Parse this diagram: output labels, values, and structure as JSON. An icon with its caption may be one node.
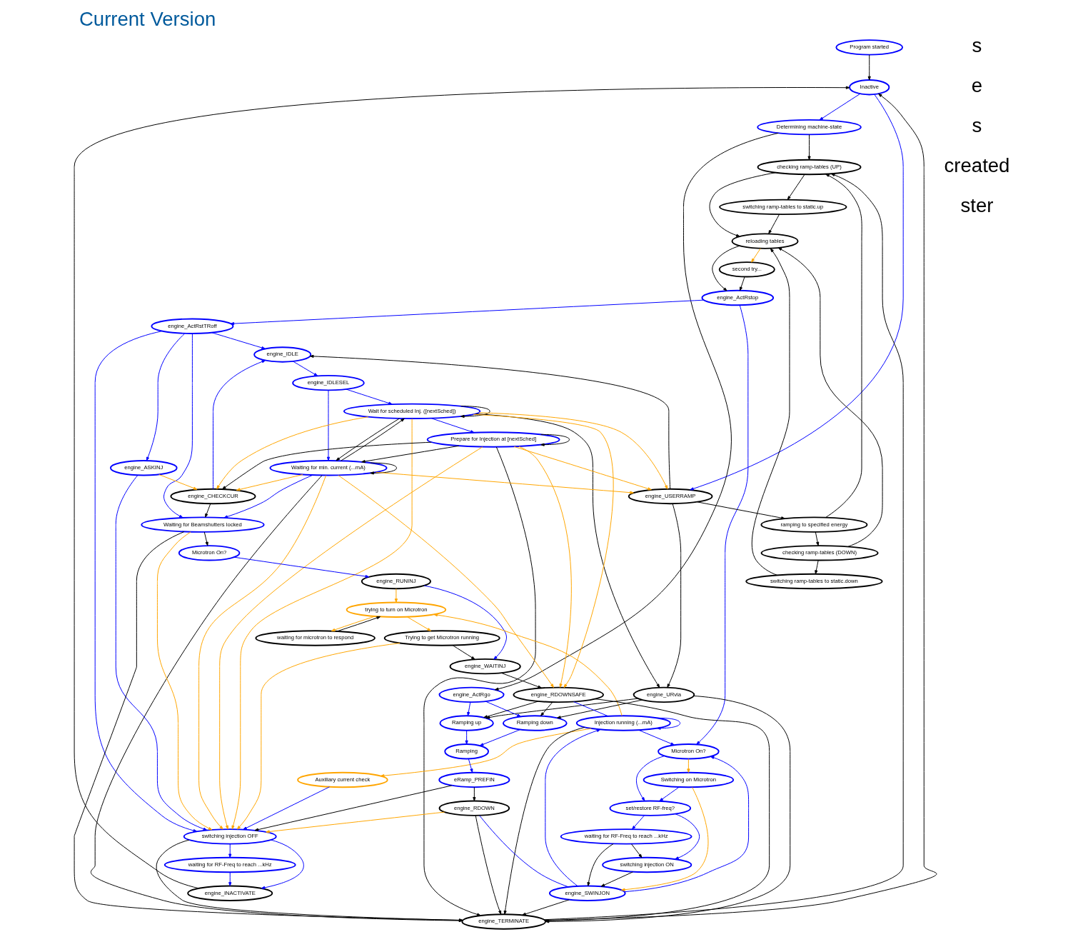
{
  "diagram": {
    "title": "Current Version",
    "nodes": [
      {
        "text": [
          "Program started"
        ]
      },
      {
        "text": [
          "Inactive"
        ]
      },
      {
        "text": [
          "Determining machine-state"
        ]
      },
      {
        "text": [
          "checking ramp-tables (UP)"
        ]
      },
      {
        "text": [
          "switching ramp-tables to static.up"
        ]
      },
      {
        "text": [
          "reloading tables"
        ]
      },
      {
        "text": [
          "second try..."
        ]
      },
      {
        "text": [
          "engine_ActRstop"
        ]
      },
      {
        "text": [
          "engine_ActRstTRoff"
        ]
      },
      {
        "text": [
          "engine_IDLE"
        ]
      },
      {
        "text": [
          "engine_IDLESEL"
        ]
      },
      {
        "text": [
          "Wait for scheduled Inj. ([nextSched])"
        ]
      },
      {
        "text": [
          "Prepare for Injection at [nextSched]"
        ]
      },
      {
        "text": [
          "Waiting for min. current (...mA)"
        ]
      },
      {
        "text": [
          "engine_ASKINJ"
        ]
      },
      {
        "text": [
          "engine_CHECKCUR"
        ]
      },
      {
        "text": [
          "engine_USERRAMP"
        ]
      },
      {
        "text": [
          "Waiting for Beamshutters locked"
        ]
      },
      {
        "text": [
          "ramping to specified energy"
        ]
      },
      {
        "text": [
          "checking ramp-tables (DOWN)"
        ]
      },
      {
        "text": [
          "switching ramp-tables to static.down"
        ]
      },
      {
        "text": [
          "Microtron On?"
        ]
      },
      {
        "text": [
          "Switching on Microtron"
        ]
      },
      {
        "text": [
          "set/restore RF-freq?"
        ]
      },
      {
        "text": [
          "waiting for RF-Freq to reach ...kHz"
        ]
      },
      {
        "text": [
          "switching injection ON"
        ]
      },
      {
        "text": [
          "engine_SWINJON"
        ]
      },
      {
        "text": [
          "Microtron On?"
        ]
      },
      {
        "text": [
          "engine_RUNINJ"
        ]
      },
      {
        "text": [
          "Injection running (...mA)"
        ]
      },
      {
        "text": [
          "trying to turn on Microtron"
        ]
      },
      {
        "text": [
          "Trying to get Microtron running"
        ]
      },
      {
        "text": [
          "waiting for microtron to respond"
        ]
      },
      {
        "text": [
          "engine_WAITINJ"
        ]
      },
      {
        "text": [
          "engine_URvia"
        ]
      },
      {
        "text": [
          "engine_RDOWNSAFE"
        ]
      },
      {
        "text": [
          "engine_ActRgo"
        ]
      },
      {
        "text": [
          "Ramping up"
        ]
      },
      {
        "text": [
          "Ramping down"
        ]
      },
      {
        "text": [
          "Ramping"
        ]
      },
      {
        "text": [
          "Auxiliary current check"
        ]
      },
      {
        "text": [
          "eRamp_PREFIN"
        ]
      },
      {
        "text": [
          "engine_RDOWN"
        ]
      },
      {
        "text": [
          "switching injection OFF"
        ]
      },
      {
        "text": [
          "engine_TERMINATE"
        ]
      },
      {
        "text": [
          "waiting for RF-Freq to reach ...kHz"
        ]
      },
      {
        "text": [
          "engine_INACTIVATE"
        ]
      }
    ],
    "edges": [
      {
        "from": 0,
        "to": 1,
        "arrow": "to"
      },
      {
        "from": 1,
        "to": 2,
        "arrow": "to",
        "color": "#0000ff"
      },
      {
        "from": 1,
        "to": 16,
        "arrow": "to",
        "color": "#0000ff"
      },
      {
        "from": 2,
        "to": 3,
        "arrow": "to"
      },
      {
        "from": 2,
        "to": 36,
        "arrow": "to"
      },
      {
        "from": 3,
        "to": 4,
        "arrow": "to"
      },
      {
        "from": 3,
        "to": 5,
        "arrow": "to"
      },
      {
        "from": 4,
        "to": 5,
        "arrow": "to"
      },
      {
        "from": 5,
        "to": 6,
        "arrow": "to",
        "color": "#ffa500"
      },
      {
        "from": 5,
        "to": 7,
        "arrow": "to"
      },
      {
        "from": 6,
        "to": 7,
        "arrow": "to"
      },
      {
        "from": 7,
        "to": 8,
        "arrow": "to",
        "color": "#0000ff"
      },
      {
        "from": 7,
        "to": 21,
        "arrow": "to",
        "color": "#0000ff"
      },
      {
        "from": 8,
        "to": 9,
        "arrow": "to",
        "color": "#0000ff"
      },
      {
        "from": 8,
        "to": 14,
        "arrow": "to",
        "color": "#0000ff"
      },
      {
        "from": 8,
        "to": 17,
        "arrow": "to",
        "color": "#0000ff"
      },
      {
        "from": 8,
        "to": 43,
        "arrow": "to",
        "color": "#0000ff"
      },
      {
        "from": 9,
        "to": 10,
        "arrow": "to",
        "color": "#0000ff"
      },
      {
        "from": 10,
        "to": 11,
        "arrow": "to",
        "color": "#0000ff"
      },
      {
        "from": 10,
        "to": 13,
        "arrow": "to",
        "color": "#0000ff"
      },
      {
        "from": 11,
        "to": 11,
        "arrow": "to"
      },
      {
        "from": 11,
        "to": 12,
        "arrow": "to",
        "color": "#0000ff"
      },
      {
        "from": 11,
        "to": 13,
        "arrow": "to"
      },
      {
        "from": 13,
        "to": 11,
        "arrow": "to"
      },
      {
        "from": 11,
        "to": 15,
        "arrow": "to",
        "color": "#ffa500"
      },
      {
        "from": 11,
        "to": 16,
        "arrow": "to",
        "color": "#ffa500"
      },
      {
        "from": 11,
        "to": 35,
        "arrow": "to",
        "color": "#ffa500"
      },
      {
        "from": 11,
        "to": 43,
        "arrow": "to",
        "color": "#ffa500"
      },
      {
        "from": 11,
        "to": 34,
        "arrow": "to"
      },
      {
        "from": 12,
        "to": 12,
        "arrow": "to"
      },
      {
        "from": 12,
        "to": 13,
        "arrow": "to"
      },
      {
        "from": 12,
        "to": 15,
        "arrow": "to"
      },
      {
        "from": 12,
        "to": 16,
        "arrow": "to",
        "color": "#ffa500"
      },
      {
        "from": 12,
        "to": 35,
        "arrow": "to",
        "color": "#ffa500"
      },
      {
        "from": 12,
        "to": 43,
        "arrow": "to",
        "color": "#ffa500"
      },
      {
        "from": 12,
        "to": 44,
        "arrow": "to"
      },
      {
        "from": 13,
        "to": 13,
        "arrow": "to"
      },
      {
        "from": 13,
        "to": 15,
        "arrow": "to",
        "color": "#ffa500"
      },
      {
        "from": 13,
        "to": 16,
        "arrow": "to",
        "color": "#ffa500"
      },
      {
        "from": 13,
        "to": 17,
        "arrow": "to",
        "color": "#0000ff"
      },
      {
        "from": 13,
        "to": 35,
        "arrow": "to",
        "color": "#ffa500"
      },
      {
        "from": 13,
        "to": 43,
        "arrow": "to",
        "color": "#ffa500"
      },
      {
        "from": 13,
        "to": 44,
        "arrow": "to"
      },
      {
        "from": 14,
        "to": 15,
        "arrow": "to",
        "color": "#ffa500"
      },
      {
        "from": 14,
        "to": 43,
        "arrow": "to",
        "color": "#0000ff"
      },
      {
        "from": 15,
        "to": 9,
        "arrow": "to",
        "color": "#0000ff"
      },
      {
        "from": 15,
        "to": 17,
        "arrow": "to"
      },
      {
        "from": 16,
        "to": 9,
        "arrow": "to"
      },
      {
        "from": 16,
        "to": 18,
        "arrow": "to"
      },
      {
        "from": 16,
        "to": 34,
        "arrow": "to"
      },
      {
        "from": 17,
        "to": 27,
        "arrow": "to"
      },
      {
        "from": 17,
        "to": 43,
        "arrow": "to",
        "color": "#ffa500"
      },
      {
        "from": 17,
        "to": 44,
        "arrow": "to"
      },
      {
        "from": 18,
        "to": 19,
        "arrow": "to"
      },
      {
        "from": 18,
        "to": 3,
        "arrow": "to"
      },
      {
        "from": 19,
        "to": 20,
        "arrow": "to"
      },
      {
        "from": 19,
        "to": 5,
        "arrow": "to"
      },
      {
        "from": 20,
        "to": 5,
        "arrow": "to"
      },
      {
        "from": 21,
        "to": 22,
        "arrow": "to",
        "color": "#ffa500"
      },
      {
        "from": 21,
        "to": 23,
        "arrow": "to",
        "color": "#0000ff"
      },
      {
        "from": 22,
        "to": 23,
        "arrow": "to",
        "color": "#0000ff"
      },
      {
        "from": 22,
        "to": 26,
        "arrow": "to",
        "color": "#ffa500"
      },
      {
        "from": 23,
        "to": 24,
        "arrow": "to",
        "color": "#0000ff"
      },
      {
        "from": 23,
        "to": 25,
        "arrow": "to",
        "color": "#0000ff"
      },
      {
        "from": 24,
        "to": 25,
        "arrow": "to"
      },
      {
        "from": 24,
        "to": 26,
        "arrow": "to"
      },
      {
        "from": 25,
        "to": 26,
        "arrow": "to"
      },
      {
        "from": 26,
        "to": 21,
        "arrow": "to",
        "color": "#0000ff"
      },
      {
        "from": 26,
        "to": 29,
        "arrow": "to",
        "color": "#0000ff"
      },
      {
        "from": 26,
        "to": 44,
        "arrow": "to"
      },
      {
        "from": 29,
        "to": 21,
        "arrow": "to",
        "color": "#0000ff"
      },
      {
        "from": 29,
        "to": 29,
        "arrow": "to",
        "color": "#0000ff"
      },
      {
        "from": 29,
        "to": 30,
        "arrow": "to",
        "color": "#ffa500"
      },
      {
        "from": 29,
        "to": 40,
        "arrow": "to",
        "color": "#ffa500"
      },
      {
        "from": 29,
        "to": 44,
        "arrow": "to"
      },
      {
        "from": 27,
        "to": 28,
        "arrow": "to",
        "color": "#0000ff"
      },
      {
        "from": 28,
        "to": 30,
        "arrow": "to",
        "color": "#ffa500"
      },
      {
        "from": 28,
        "to": 33,
        "arrow": "to",
        "color": "#0000ff"
      },
      {
        "from": 30,
        "to": 31,
        "arrow": "to",
        "color": "#ffa500"
      },
      {
        "from": 30,
        "to": 32,
        "arrow": "to",
        "color": "#ffa500"
      },
      {
        "from": 32,
        "to": 30,
        "arrow": "to"
      },
      {
        "from": 31,
        "to": 33,
        "arrow": "to"
      },
      {
        "from": 31,
        "to": 43,
        "arrow": "to",
        "color": "#ffa500"
      },
      {
        "from": 33,
        "to": 35,
        "arrow": "to"
      },
      {
        "from": 34,
        "to": 37,
        "arrow": "to"
      },
      {
        "from": 34,
        "to": 38,
        "arrow": "to"
      },
      {
        "from": 34,
        "to": 44,
        "arrow": "to"
      },
      {
        "from": 35,
        "to": 29,
        "arrow": "none",
        "color": "#0000ff"
      },
      {
        "from": 35,
        "to": 37,
        "arrow": "to"
      },
      {
        "from": 35,
        "to": 38,
        "arrow": "to"
      },
      {
        "from": 35,
        "to": 44,
        "arrow": "to"
      },
      {
        "from": 36,
        "to": 37,
        "arrow": "to",
        "color": "#0000ff"
      },
      {
        "from": 36,
        "to": 38,
        "arrow": "to",
        "color": "#0000ff"
      },
      {
        "from": 37,
        "to": 39,
        "arrow": "to",
        "color": "#0000ff"
      },
      {
        "from": 38,
        "to": 39,
        "arrow": "to",
        "color": "#0000ff"
      },
      {
        "from": 39,
        "to": 41,
        "arrow": "to",
        "color": "#0000ff"
      },
      {
        "from": 40,
        "to": 43,
        "arrow": "to",
        "color": "#0000ff"
      },
      {
        "from": 41,
        "to": 42,
        "arrow": "to"
      },
      {
        "from": 41,
        "to": 43,
        "arrow": "to"
      },
      {
        "from": 42,
        "to": 26,
        "arrow": "none",
        "color": "#0000ff"
      },
      {
        "from": 42,
        "to": 43,
        "arrow": "to",
        "color": "#ffa500"
      },
      {
        "from": 42,
        "to": 44,
        "arrow": "to"
      },
      {
        "from": 43,
        "to": 44,
        "arrow": "to"
      },
      {
        "from": 43,
        "to": 45,
        "arrow": "to",
        "color": "#0000ff"
      },
      {
        "from": 43,
        "to": 46,
        "arrow": "to",
        "color": "#0000ff"
      },
      {
        "from": 44,
        "to": 3,
        "arrow": "to"
      },
      {
        "from": 44,
        "to": 1,
        "arrow": "to"
      },
      {
        "from": 45,
        "to": 46,
        "arrow": "to",
        "color": "#0000ff"
      },
      {
        "from": 46,
        "to": 1,
        "arrow": "to"
      }
    ],
    "labels": [
      "s",
      "e",
      "s",
      "created",
      "ster"
    ]
  }
}
